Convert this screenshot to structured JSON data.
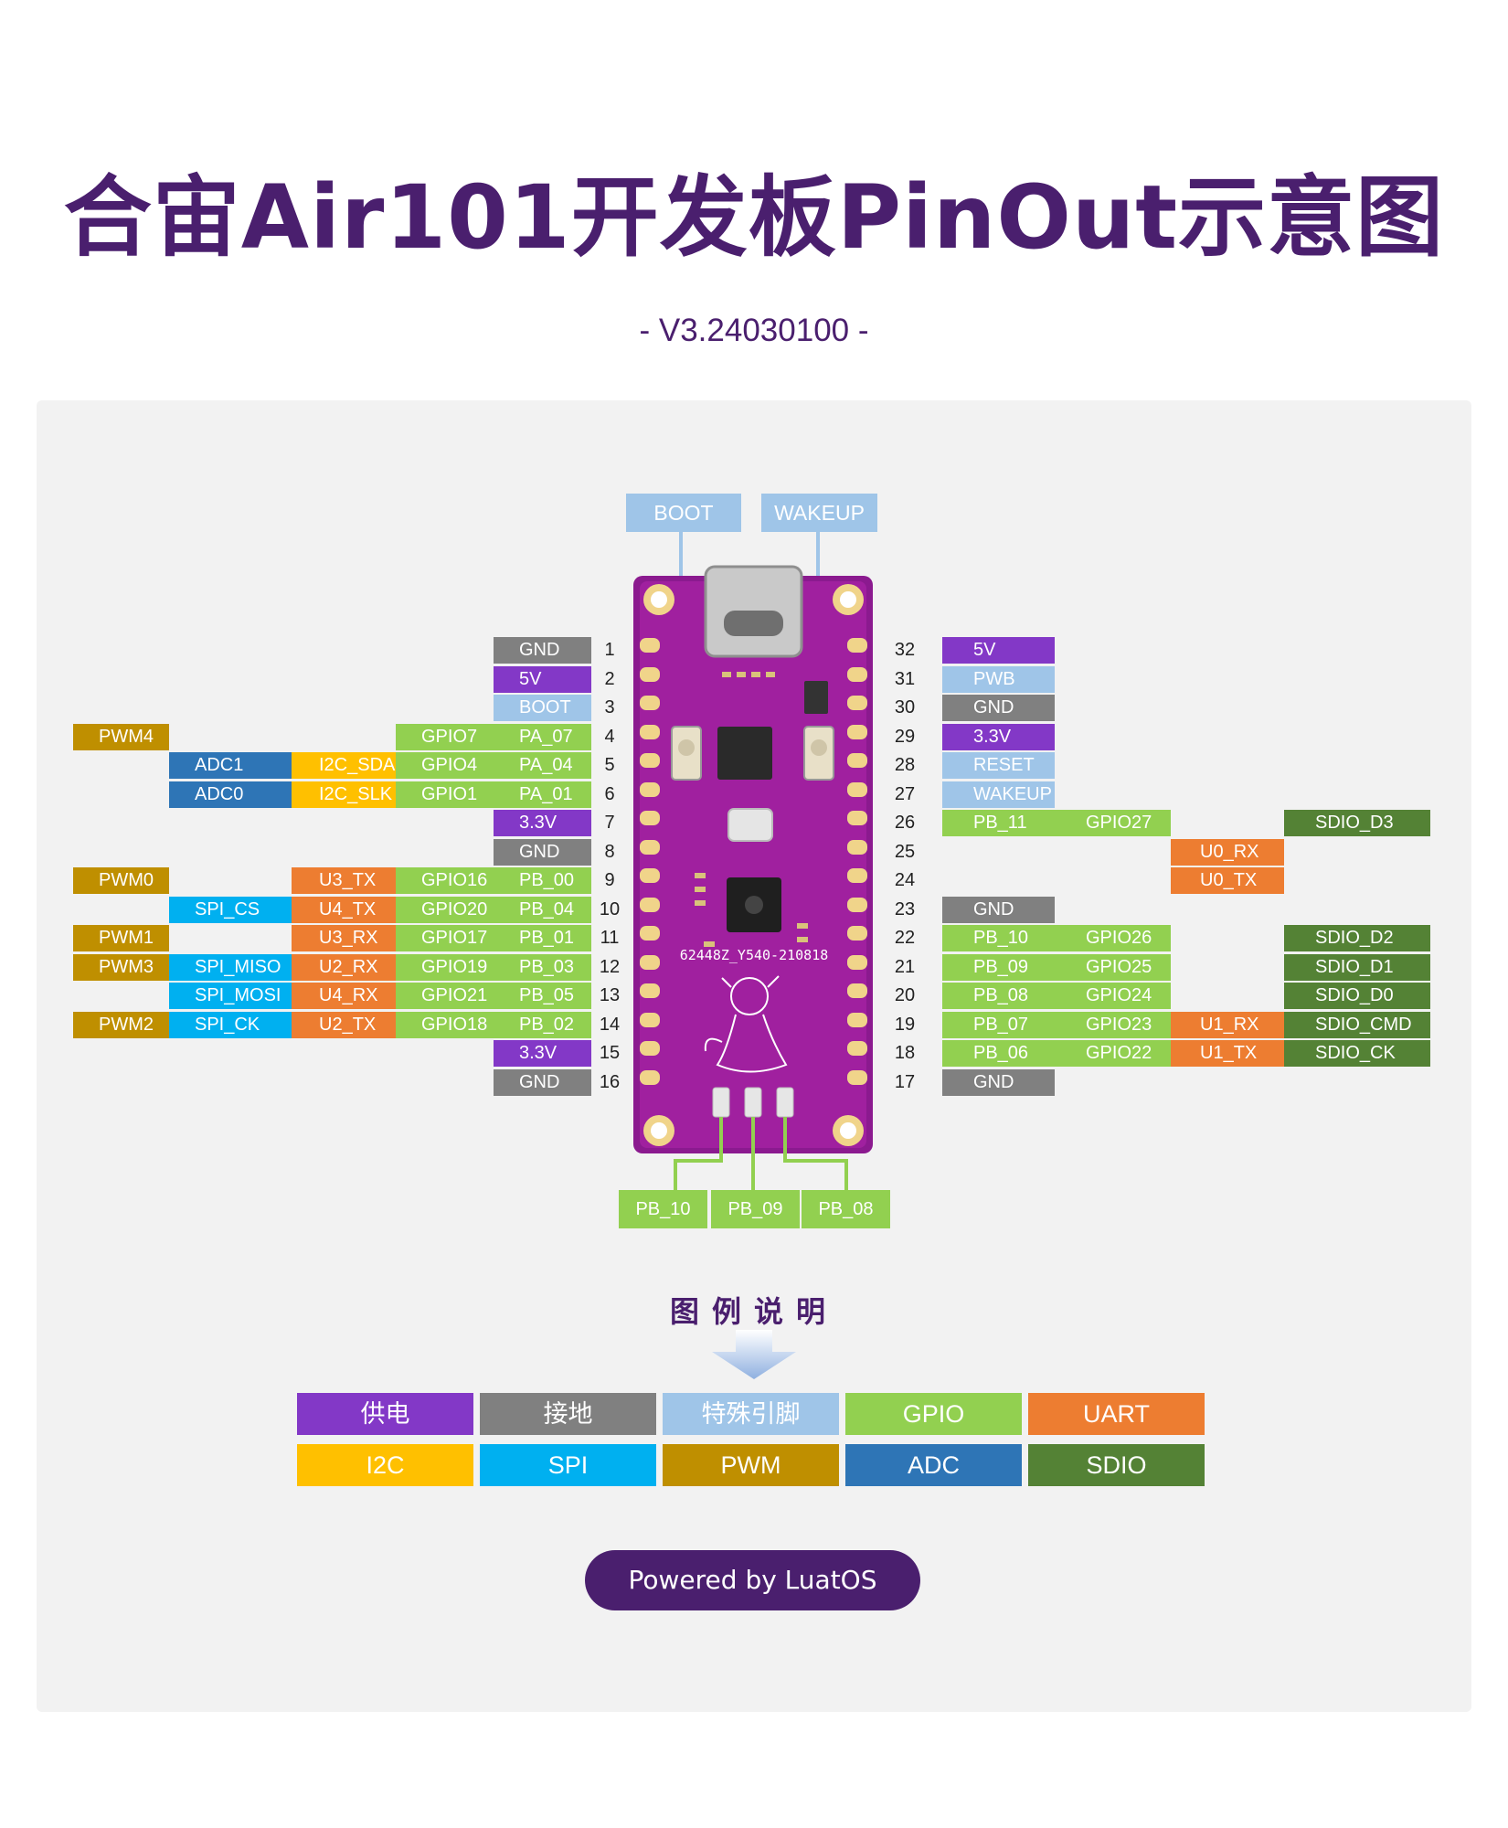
{
  "title": "合宙Air101开发板PinOut示意图",
  "version": "- V3.24030100 -",
  "colors": {
    "power": "#8338c7",
    "gnd": "#808080",
    "special": "#9fc5e8",
    "gpio": "#92d050",
    "uart": "#ed7d31",
    "i2c": "#ffc000",
    "spi": "#00b0f0",
    "pwm": "#bf8f00",
    "adc": "#2e75b6",
    "sdio": "#548235"
  },
  "buttons": [
    "BOOT",
    "WAKEUP"
  ],
  "bottom_pins": [
    "PB_10",
    "PB_09",
    "PB_08"
  ],
  "board_silkscreen": "62448Z_Y540-210818",
  "left_pins": [
    {
      "num": "1",
      "labels": [
        {
          "t": "GND",
          "c": "gnd",
          "col": 4
        }
      ]
    },
    {
      "num": "2",
      "labels": [
        {
          "t": "5V",
          "c": "power",
          "col": 4
        }
      ]
    },
    {
      "num": "3",
      "labels": [
        {
          "t": "BOOT",
          "c": "special",
          "col": 4
        }
      ]
    },
    {
      "num": "4",
      "labels": [
        {
          "t": "PA_07",
          "c": "gpio",
          "col": 4
        },
        {
          "t": "GPIO7",
          "c": "gpio",
          "col": 3
        },
        {
          "t": "PWM4",
          "c": "pwm",
          "col": 0
        }
      ]
    },
    {
      "num": "5",
      "labels": [
        {
          "t": "PA_04",
          "c": "gpio",
          "col": 4
        },
        {
          "t": "GPIO4",
          "c": "gpio",
          "col": 3
        },
        {
          "t": "I2C_SDA",
          "c": "i2c",
          "col": 2
        },
        {
          "t": "ADC1",
          "c": "adc",
          "col": 1
        }
      ]
    },
    {
      "num": "6",
      "labels": [
        {
          "t": "PA_01",
          "c": "gpio",
          "col": 4
        },
        {
          "t": "GPIO1",
          "c": "gpio",
          "col": 3
        },
        {
          "t": "I2C_SLK",
          "c": "i2c",
          "col": 2
        },
        {
          "t": "ADC0",
          "c": "adc",
          "col": 1
        }
      ]
    },
    {
      "num": "7",
      "labels": [
        {
          "t": "3.3V",
          "c": "power",
          "col": 4
        }
      ]
    },
    {
      "num": "8",
      "labels": [
        {
          "t": "GND",
          "c": "gnd",
          "col": 4
        }
      ]
    },
    {
      "num": "9",
      "labels": [
        {
          "t": "PB_00",
          "c": "gpio",
          "col": 4
        },
        {
          "t": "GPIO16",
          "c": "gpio",
          "col": 3
        },
        {
          "t": "U3_TX",
          "c": "uart",
          "col": 2
        },
        {
          "t": "PWM0",
          "c": "pwm",
          "col": 0
        }
      ]
    },
    {
      "num": "10",
      "labels": [
        {
          "t": "PB_04",
          "c": "gpio",
          "col": 4
        },
        {
          "t": "GPIO20",
          "c": "gpio",
          "col": 3
        },
        {
          "t": "U4_TX",
          "c": "uart",
          "col": 2
        },
        {
          "t": "SPI_CS",
          "c": "spi",
          "col": 1
        }
      ]
    },
    {
      "num": "11",
      "labels": [
        {
          "t": "PB_01",
          "c": "gpio",
          "col": 4
        },
        {
          "t": "GPIO17",
          "c": "gpio",
          "col": 3
        },
        {
          "t": "U3_RX",
          "c": "uart",
          "col": 2
        },
        {
          "t": "PWM1",
          "c": "pwm",
          "col": 0
        }
      ]
    },
    {
      "num": "12",
      "labels": [
        {
          "t": "PB_03",
          "c": "gpio",
          "col": 4
        },
        {
          "t": "GPIO19",
          "c": "gpio",
          "col": 3
        },
        {
          "t": "U2_RX",
          "c": "uart",
          "col": 2
        },
        {
          "t": "SPI_MISO",
          "c": "spi",
          "col": 1
        },
        {
          "t": "PWM3",
          "c": "pwm",
          "col": 0
        }
      ]
    },
    {
      "num": "13",
      "labels": [
        {
          "t": "PB_05",
          "c": "gpio",
          "col": 4
        },
        {
          "t": "GPIO21",
          "c": "gpio",
          "col": 3
        },
        {
          "t": "U4_RX",
          "c": "uart",
          "col": 2
        },
        {
          "t": "SPI_MOSI",
          "c": "spi",
          "col": 1
        }
      ]
    },
    {
      "num": "14",
      "labels": [
        {
          "t": "PB_02",
          "c": "gpio",
          "col": 4
        },
        {
          "t": "GPIO18",
          "c": "gpio",
          "col": 3
        },
        {
          "t": "U2_TX",
          "c": "uart",
          "col": 2
        },
        {
          "t": "SPI_CK",
          "c": "spi",
          "col": 1
        },
        {
          "t": "PWM2",
          "c": "pwm",
          "col": 0
        }
      ]
    },
    {
      "num": "15",
      "labels": [
        {
          "t": "3.3V",
          "c": "power",
          "col": 4
        }
      ]
    },
    {
      "num": "16",
      "labels": [
        {
          "t": "GND",
          "c": "gnd",
          "col": 4
        }
      ]
    }
  ],
  "right_pins": [
    {
      "num": "32",
      "labels": [
        {
          "t": "5V",
          "c": "power",
          "col": 0
        }
      ]
    },
    {
      "num": "31",
      "labels": [
        {
          "t": "PWB",
          "c": "special",
          "col": 0
        }
      ]
    },
    {
      "num": "30",
      "labels": [
        {
          "t": "GND",
          "c": "gnd",
          "col": 0
        }
      ]
    },
    {
      "num": "29",
      "labels": [
        {
          "t": "3.3V",
          "c": "power",
          "col": 0
        }
      ]
    },
    {
      "num": "28",
      "labels": [
        {
          "t": "RESET",
          "c": "special",
          "col": 0
        }
      ]
    },
    {
      "num": "27",
      "labels": [
        {
          "t": "WAKEUP",
          "c": "special",
          "col": 0
        }
      ]
    },
    {
      "num": "26",
      "labels": [
        {
          "t": "PB_11",
          "c": "gpio",
          "col": 0
        },
        {
          "t": "GPIO27",
          "c": "gpio",
          "col": 1
        },
        {
          "t": "SDIO_D3",
          "c": "sdio",
          "col": 3
        }
      ]
    },
    {
      "num": "25",
      "labels": [
        {
          "t": "U0_RX",
          "c": "uart",
          "col": 2
        }
      ]
    },
    {
      "num": "24",
      "labels": [
        {
          "t": "U0_TX",
          "c": "uart",
          "col": 2
        }
      ]
    },
    {
      "num": "23",
      "labels": [
        {
          "t": "GND",
          "c": "gnd",
          "col": 0
        }
      ]
    },
    {
      "num": "22",
      "labels": [
        {
          "t": "PB_10",
          "c": "gpio",
          "col": 0
        },
        {
          "t": "GPIO26",
          "c": "gpio",
          "col": 1
        },
        {
          "t": "SDIO_D2",
          "c": "sdio",
          "col": 3
        }
      ]
    },
    {
      "num": "21",
      "labels": [
        {
          "t": "PB_09",
          "c": "gpio",
          "col": 0
        },
        {
          "t": "GPIO25",
          "c": "gpio",
          "col": 1
        },
        {
          "t": "SDIO_D1",
          "c": "sdio",
          "col": 3
        }
      ]
    },
    {
      "num": "20",
      "labels": [
        {
          "t": "PB_08",
          "c": "gpio",
          "col": 0
        },
        {
          "t": "GPIO24",
          "c": "gpio",
          "col": 1
        },
        {
          "t": "SDIO_D0",
          "c": "sdio",
          "col": 3
        }
      ]
    },
    {
      "num": "19",
      "labels": [
        {
          "t": "PB_07",
          "c": "gpio",
          "col": 0
        },
        {
          "t": "GPIO23",
          "c": "gpio",
          "col": 1
        },
        {
          "t": "U1_RX",
          "c": "uart",
          "col": 2
        },
        {
          "t": "SDIO_CMD",
          "c": "sdio",
          "col": 3
        }
      ]
    },
    {
      "num": "18",
      "labels": [
        {
          "t": "PB_06",
          "c": "gpio",
          "col": 0
        },
        {
          "t": "GPIO22",
          "c": "gpio",
          "col": 1
        },
        {
          "t": "U1_TX",
          "c": "uart",
          "col": 2
        },
        {
          "t": "SDIO_CK",
          "c": "sdio",
          "col": 3
        }
      ]
    },
    {
      "num": "17",
      "labels": [
        {
          "t": "GND",
          "c": "gnd",
          "col": 0
        }
      ]
    }
  ],
  "legend_title": "图例说明",
  "legend": [
    {
      "label": "供电",
      "c": "power"
    },
    {
      "label": "接地",
      "c": "gnd"
    },
    {
      "label": "特殊引脚",
      "c": "special"
    },
    {
      "label": "GPIO",
      "c": "gpio"
    },
    {
      "label": "UART",
      "c": "uart"
    },
    {
      "label": "I2C",
      "c": "i2c"
    },
    {
      "label": "SPI",
      "c": "spi"
    },
    {
      "label": "PWM",
      "c": "pwm"
    },
    {
      "label": "ADC",
      "c": "adc"
    },
    {
      "label": "SDIO",
      "c": "sdio"
    }
  ],
  "powered_by": "Powered by LuatOS"
}
